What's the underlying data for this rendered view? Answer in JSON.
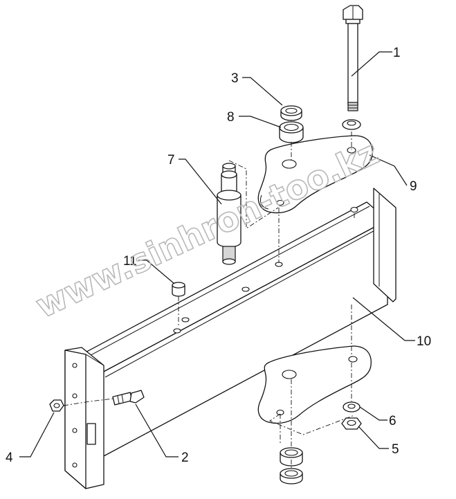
{
  "diagram": {
    "callouts": [
      "1",
      "2",
      "3",
      "4",
      "5",
      "6",
      "7",
      "8",
      "9",
      "10",
      "11"
    ],
    "watermark": "www.sinhron-too.kz"
  }
}
